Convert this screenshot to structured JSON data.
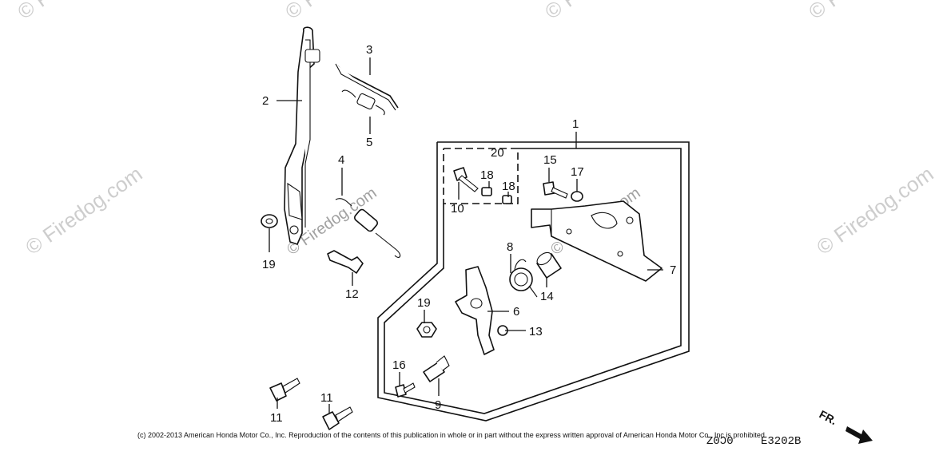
{
  "watermark": "© Firedog.com",
  "callouts": {
    "c1": "1",
    "c2": "2",
    "c3": "3",
    "c4": "4",
    "c5": "5",
    "c6": "6",
    "c7": "7",
    "c8": "8",
    "c9": "9",
    "c10": "10",
    "c11a": "11",
    "c11b": "11",
    "c12": "12",
    "c13": "13",
    "c14": "14",
    "c15": "15",
    "c16": "16",
    "c17": "17",
    "c18a": "18",
    "c18b": "18",
    "c19a": "19",
    "c19b": "19",
    "c20": "20"
  },
  "front_marker": "FR.",
  "footer": {
    "copyright": "(c) 2002-2013 American Honda Motor Co., Inc. Reproduction of the contents of this publication in whole or in part without the express written approval of American Honda Motor Co., Inc is prohibited.",
    "code_left": "Z0Ɔ0",
    "code_right": "E3202B"
  }
}
